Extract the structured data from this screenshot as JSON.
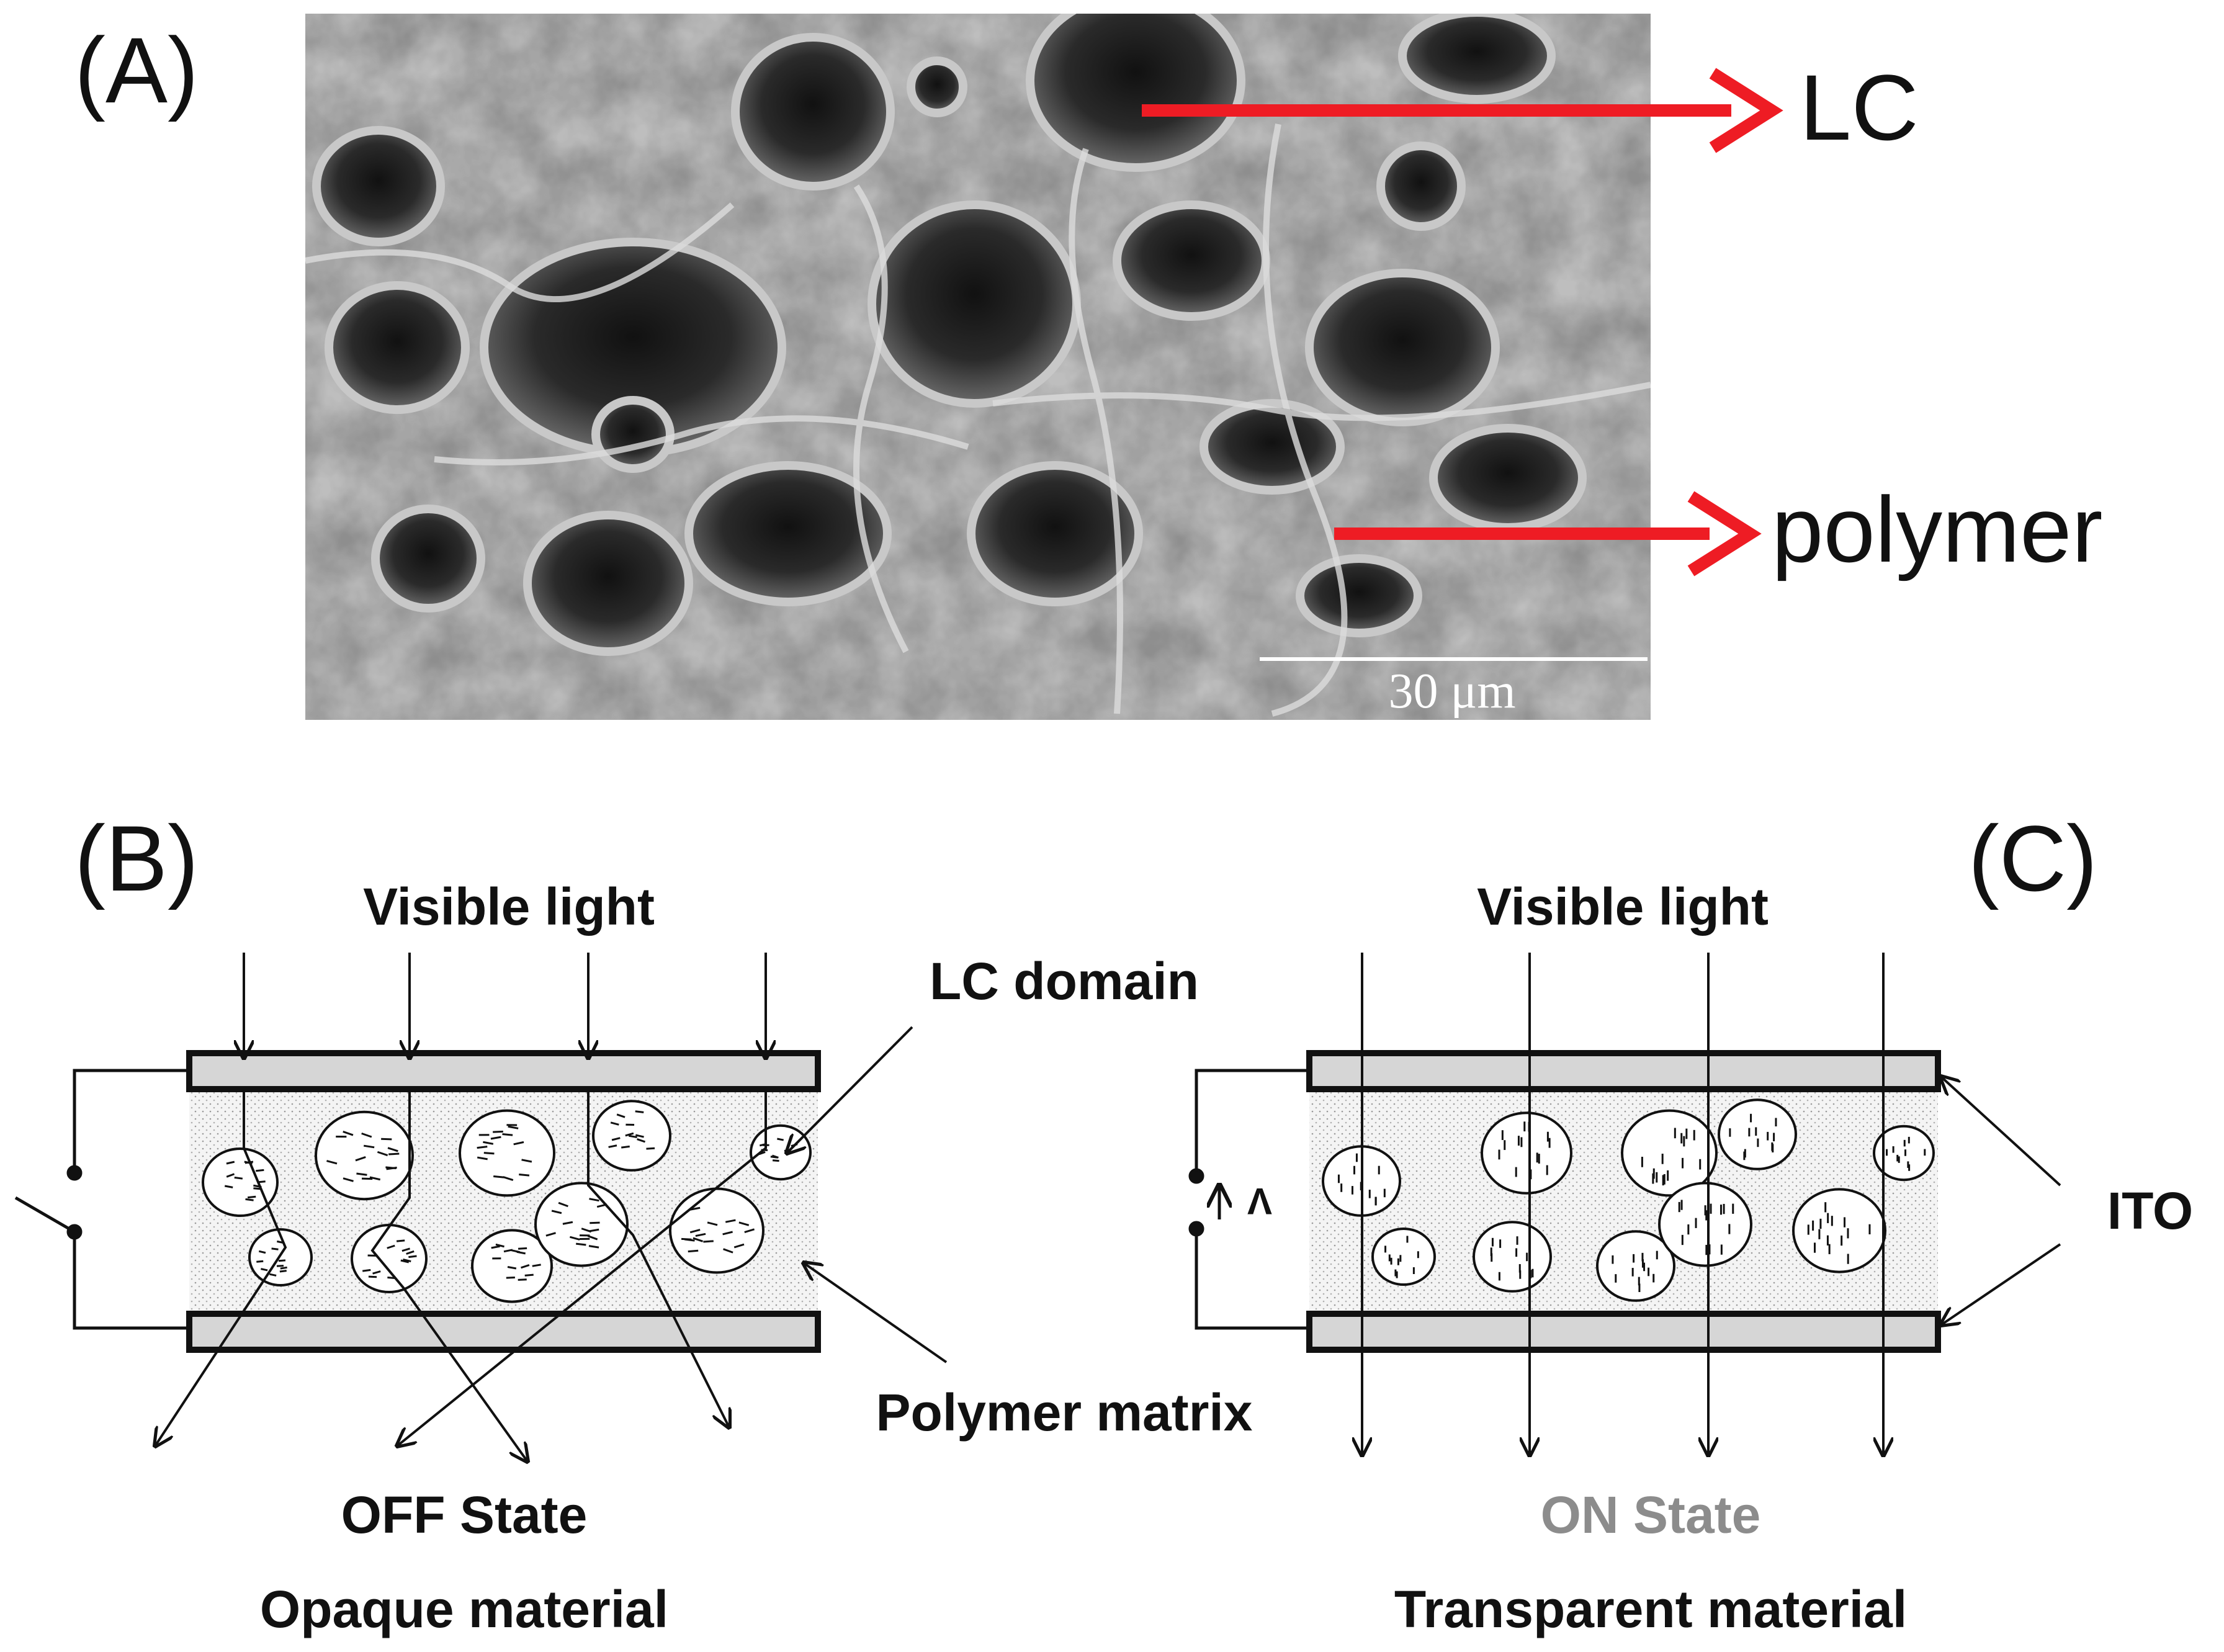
{
  "panel_a": {
    "label": "(A)",
    "arrow_label_lc": "LC",
    "arrow_label_polymer": "polymer",
    "scale_bar": "30 μm"
  },
  "panel_b": {
    "label": "(B)",
    "top_label": "Visible light",
    "callout_lc": "LC domain",
    "callout_polymer": "Polymer matrix",
    "state_label": "OFF State",
    "material_label": "Opaque material"
  },
  "panel_c": {
    "label": "(C)",
    "top_label": "Visible light",
    "voltage_label": "V",
    "callout_ito": "ITO",
    "state_label": "ON State",
    "material_label": "Transparent material"
  },
  "colors": {
    "arrow_red": "#ee1c24",
    "electrode_gray": "#d6d6d6",
    "on_state_gray": "#8c8c8c",
    "text": "#111111"
  }
}
